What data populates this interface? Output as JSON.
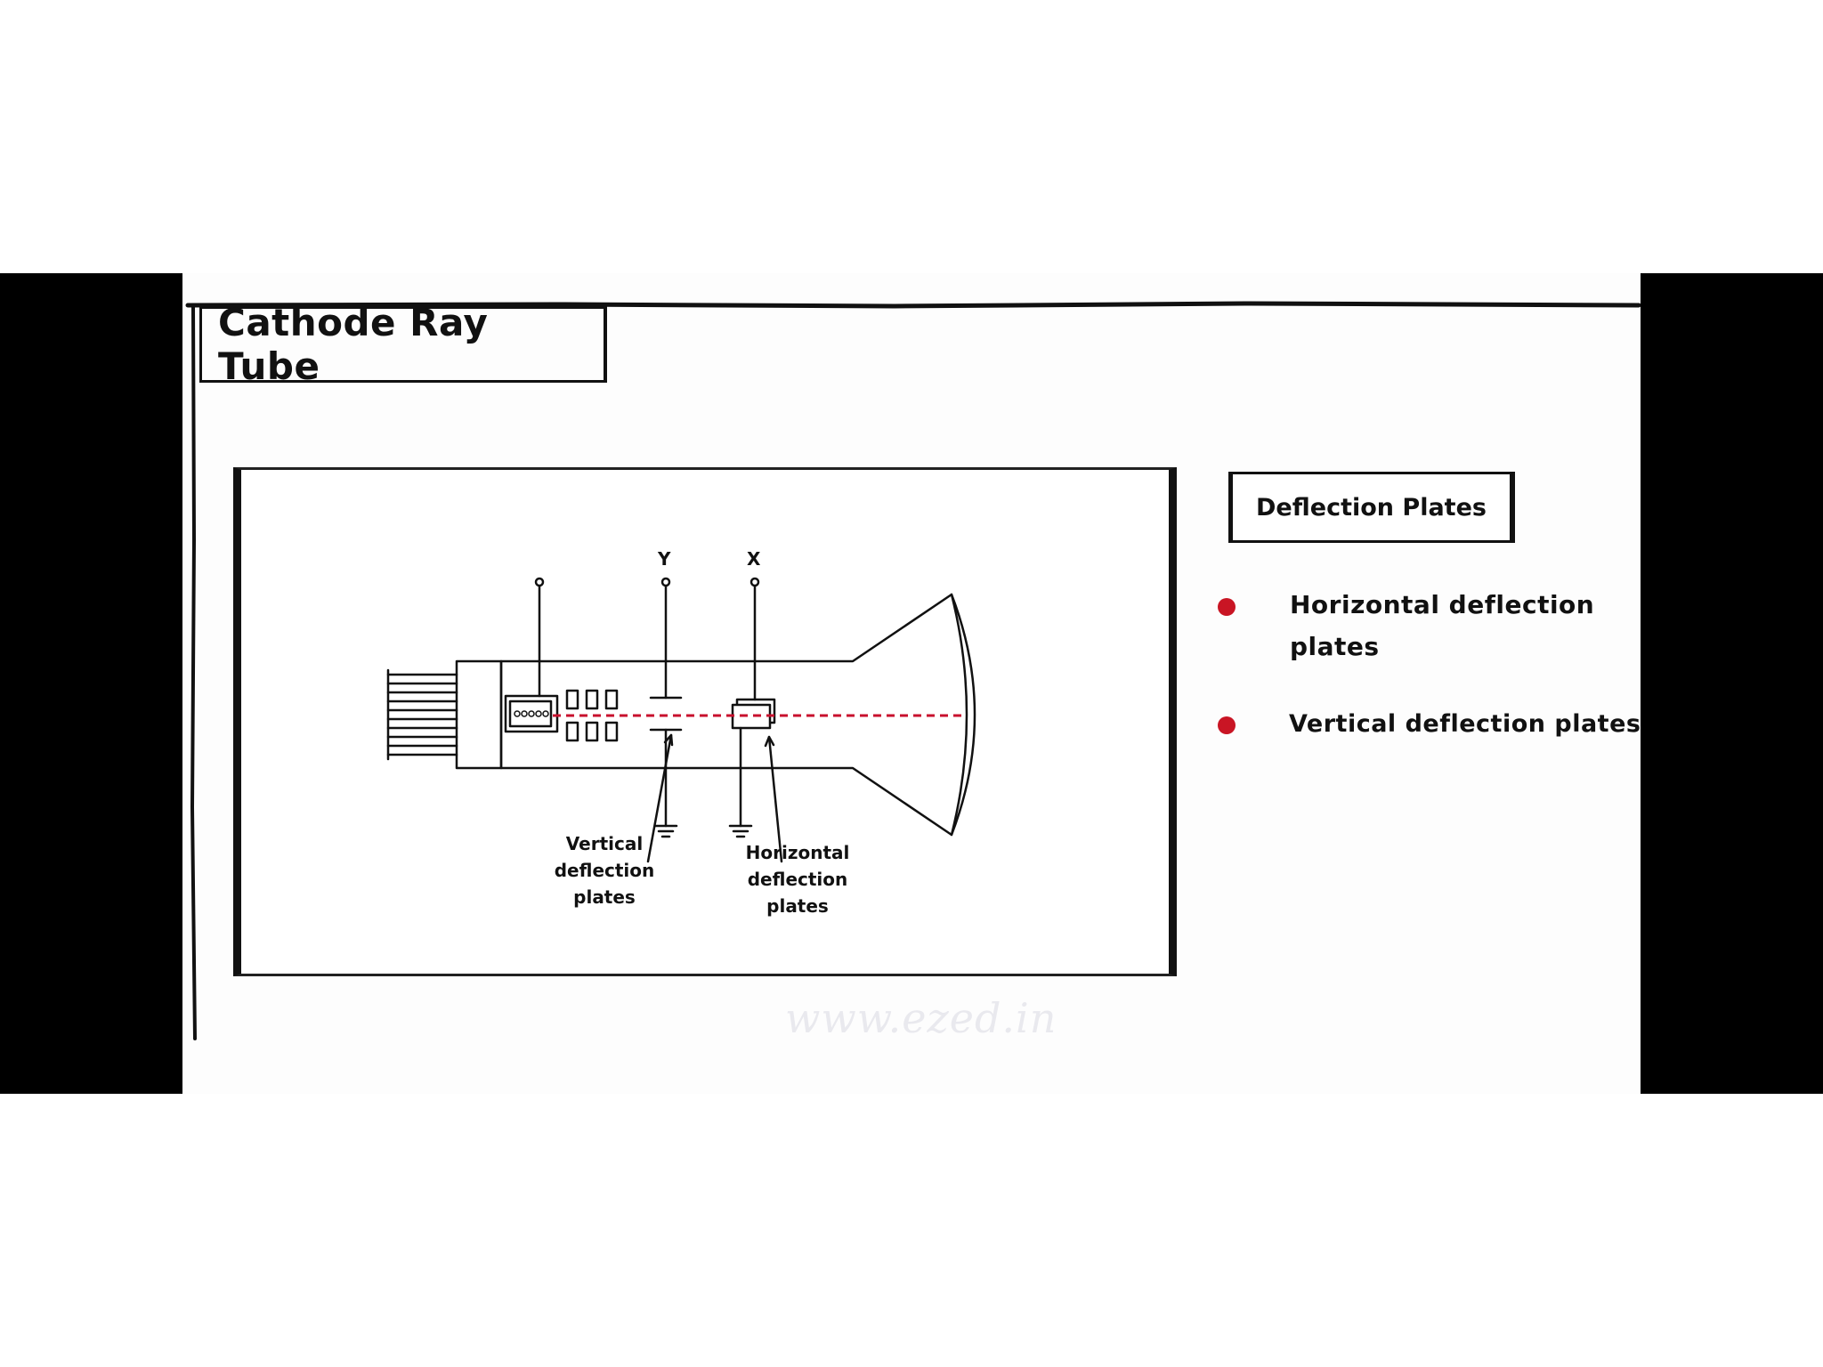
{
  "slide": {
    "title": "Cathode Ray Tube",
    "watermark": "www.ezed.in"
  },
  "diagram": {
    "terminal_y": "Y",
    "terminal_x": "X",
    "label_vertical": [
      "Vertical",
      "deflection",
      "plates"
    ],
    "label_horizontal": [
      "Horizontal",
      "deflection",
      "plates"
    ],
    "beam_color": "#c8102e"
  },
  "side_panel": {
    "heading": "Deflection Plates",
    "bullets": [
      {
        "text": "Horizontal deflection plates"
      },
      {
        "text": "Vertical deflection plates"
      }
    ],
    "bullet_color": "#c91524"
  }
}
